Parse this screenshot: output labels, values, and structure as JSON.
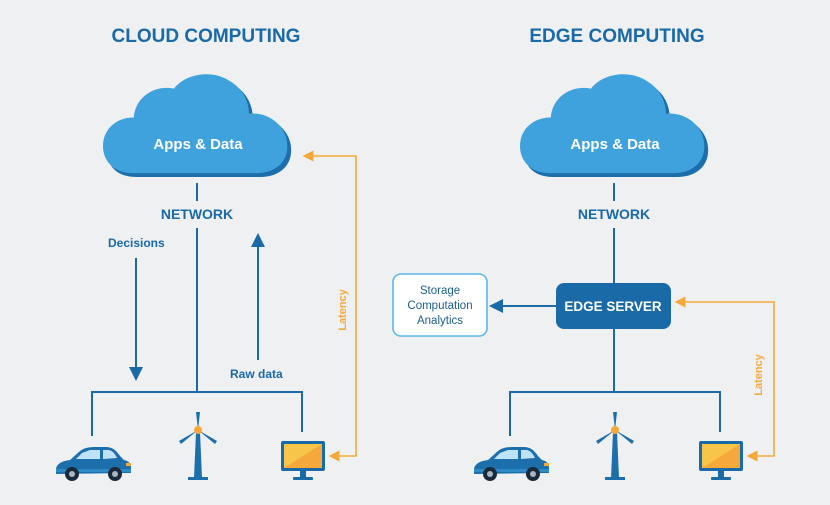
{
  "colors": {
    "background": "#eef0f2",
    "primary_blue": "#1a6aa8",
    "cloud_light": "#3fa2dd",
    "cloud_dark": "#1c6fab",
    "latency_orange": "#f5a93a",
    "box_border": "#5cb8e6"
  },
  "cloud_computing": {
    "title": "CLOUD COMPUTING",
    "cloud_label": "Apps & Data",
    "network_label": "NETWORK",
    "decisions_label": "Decisions",
    "raw_data_label": "Raw data",
    "latency_label": "Latency",
    "devices": [
      "car-icon",
      "wind-turbine-icon",
      "monitor-icon"
    ]
  },
  "edge_computing": {
    "title": "EDGE COMPUTING",
    "cloud_label": "Apps & Data",
    "network_label": "NETWORK",
    "edge_server_label": "EDGE SERVER",
    "services": [
      "Storage",
      "Computation",
      "Analytics"
    ],
    "latency_label": "Latency",
    "devices": [
      "car-icon",
      "wind-turbine-icon",
      "monitor-icon"
    ]
  }
}
